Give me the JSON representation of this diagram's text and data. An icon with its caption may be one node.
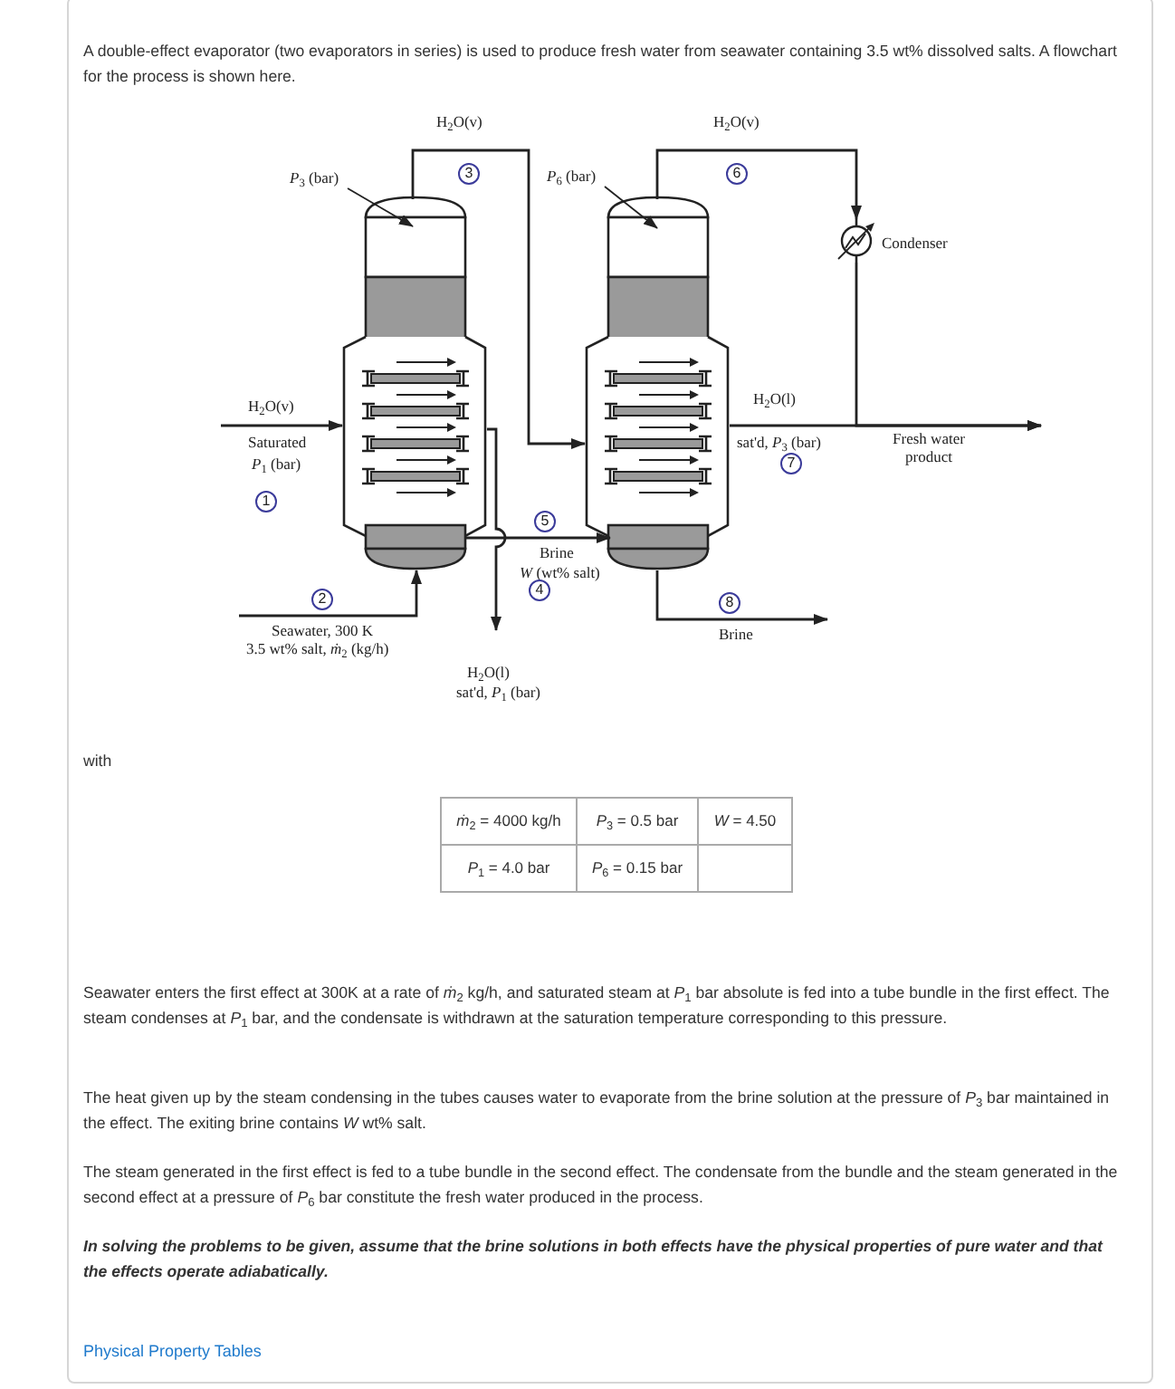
{
  "diagram": {
    "nodes": [
      {
        "text": [],
        "shape": "cylinder"
      },
      {
        "text": [],
        "shape": "cylinder"
      },
      {
        "text": [],
        "shape": "circle",
        "beside": [
          "Condenser"
        ]
      },
      {
        "text": [
          "*P*$_{3}$ (bar)"
        ]
      },
      {
        "text": [
          "*P*$_{6}$ (bar)"
        ]
      }
    ],
    "edges": [
      {
        "from": null,
        "to": 0,
        "arrow": "to"
      },
      {
        "from": null,
        "to": 0,
        "arrow": "to"
      },
      {
        "from": 0,
        "to": 1,
        "arrow": "to"
      },
      {
        "from": 0,
        "to": null,
        "arrow": "to"
      },
      {
        "from": 0,
        "to": 1,
        "arrow": "to"
      },
      {
        "from": 1,
        "to": 2,
        "arrow": "to"
      },
      {
        "from": 2,
        "to": null,
        "arrow": "to"
      },
      {
        "from": 1,
        "to": null,
        "arrow": "to"
      },
      {
        "from": 1,
        "to": null,
        "arrow": "to"
      },
      {
        "from": 3,
        "to": 0,
        "arrow": "to"
      },
      {
        "from": 4,
        "to": 1,
        "arrow": "to"
      }
    ],
    "labels": [
      "A double-effect evaporator (two evaporators in series) is used to produce fresh water from seawater containing 3.5 wt% dissolved salts. A flowchart for the process is shown here.",
      "H$_{2}$O(v)",
      "3",
      "H$_{2}$O(v)",
      "6",
      "H$_{2}$O(v)",
      "Saturated",
      "*P*$_{1}$ (bar)",
      "1",
      "5",
      "Brine",
      "*W* (wt% salt)",
      "H$_{2}$O(l)",
      "sat'd, *P*$_{3}$ (bar)",
      "7",
      "Fresh water product",
      "2",
      "Seawater, 300 K",
      "3.5 wt% salt, *ṁ*$_{2}$ (kg/h)",
      "4",
      "H$_{2}$O(l)",
      "sat'd, *P*$_{1}$ (bar)",
      "8",
      "Brine",
      "with",
      "*ṁ*$_{2}$ = 4000 kg/h",
      "*P*$_{3}$ = 0.5 bar",
      "*W* = 4.50",
      "*P*$_{1}$ = 4.0 bar",
      "*P*$_{6}$ = 0.15 bar",
      "Seawater enters the first effect at 300K at a rate of *ṁ*$_{2}$ kg/h, and saturated steam at *P*$_{1}$ bar absolute is fed into a tube bundle in the first effect. The steam condenses at *P*$_{1}$ bar, and the condensate is withdrawn at the saturation temperature corresponding to this pressure.",
      "The heat given up by the steam condensing in the tubes causes water to evaporate from the brine solution at the pressure of *P*$_{3}$ bar maintained in the effect. The exiting brine contains *W* wt% salt.",
      "The steam generated in the first effect is fed to a tube bundle in the second effect. The condensate from the bundle and the steam generated in the second effect at a pressure of *P*$_{6}$ bar constitute the fresh water produced in the process.",
      "In solving the problems to be given, assume that the brine solutions in both effects have the physical properties of pure water and that the effects operate adiabatically.",
      "Physical Property Tables"
    ]
  }
}
